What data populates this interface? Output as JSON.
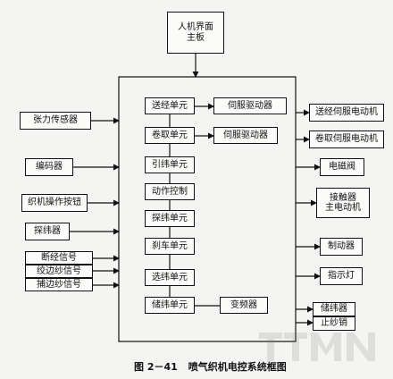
{
  "top": {
    "main_board": "人机界面\n主板"
  },
  "inputs": {
    "tension_sensor": "张力传感器",
    "encoder": "编码器",
    "loom_buttons": "织机操作按钮",
    "weft_detector": "探纬器",
    "warp_break_signal": "断经信号",
    "twist_edge_signal": "绞边纱信号",
    "catch_edge_signal": "捕边纱信号"
  },
  "units": {
    "let_off": "送经单元",
    "take_up": "卷取单元",
    "weft_insertion": "引纬单元",
    "motion_control": "动作控制",
    "weft_detect_unit": "探纬单元",
    "brake_unit": "刹车单元",
    "weft_select": "选纬单元",
    "weft_storage": "储纬单元",
    "servo_driver_1": "伺服驱动器",
    "servo_driver_2": "伺服驱动器",
    "inverter": "变频器"
  },
  "outputs": {
    "letoff_servo_motor": "送经伺服电动机",
    "takeup_servo_motor": "卷取伺服电动机",
    "solenoid_valve": "电磁阀",
    "contactor_main_motor": "接触器\n主电动机",
    "brake": "制动器",
    "indicator_light": "指示灯",
    "weft_accumulator": "储纬器",
    "yarn_stopper": "止纱销"
  },
  "caption": {
    "number": "图 2－41",
    "title": "喷气织机电控系统框图"
  }
}
